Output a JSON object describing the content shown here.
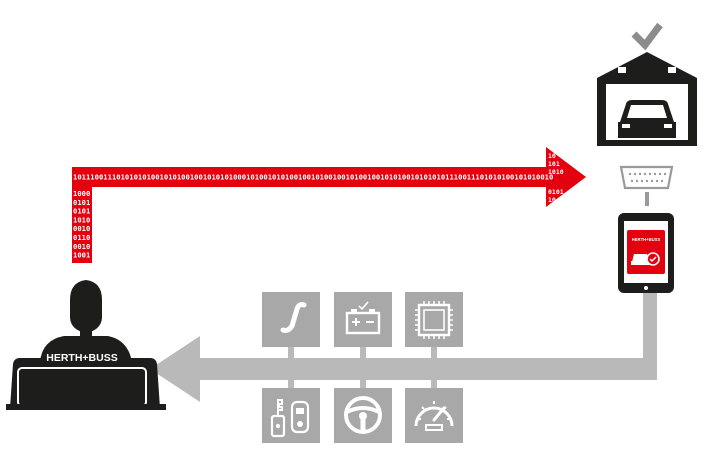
{
  "colors": {
    "red": "#e3000f",
    "black": "#1d1d1b",
    "gray_arrow": "#b9b9b9",
    "gray_tile": "#a8a8a8",
    "check": "#8c8c8c"
  },
  "brand": {
    "laptop_logo": "HERTH+BUSS",
    "tablet_logo": "HERTH+BUSS"
  },
  "data_stream": {
    "horizontal_bits": "1011100111010101010010101001001010101000101001010100100101001001010010010101001010101011100111010101001010100101001010010101010101",
    "vertical_bits": [
      "1000",
      "0101",
      "0101",
      "1010",
      "0010",
      "0110",
      "0010",
      "1001"
    ]
  },
  "icons": {
    "top_row": [
      "exhaust-pipe-icon",
      "car-battery-icon",
      "microchip-icon"
    ],
    "bottom_row": [
      "car-key-icon",
      "steering-wheel-icon",
      "speedometer-icon"
    ],
    "garage": "garage-icon",
    "check": "checkmark-icon",
    "obd": "obd-connector-icon",
    "tablet": "tablet-icon",
    "person": "technician-icon",
    "laptop": "laptop-icon"
  }
}
